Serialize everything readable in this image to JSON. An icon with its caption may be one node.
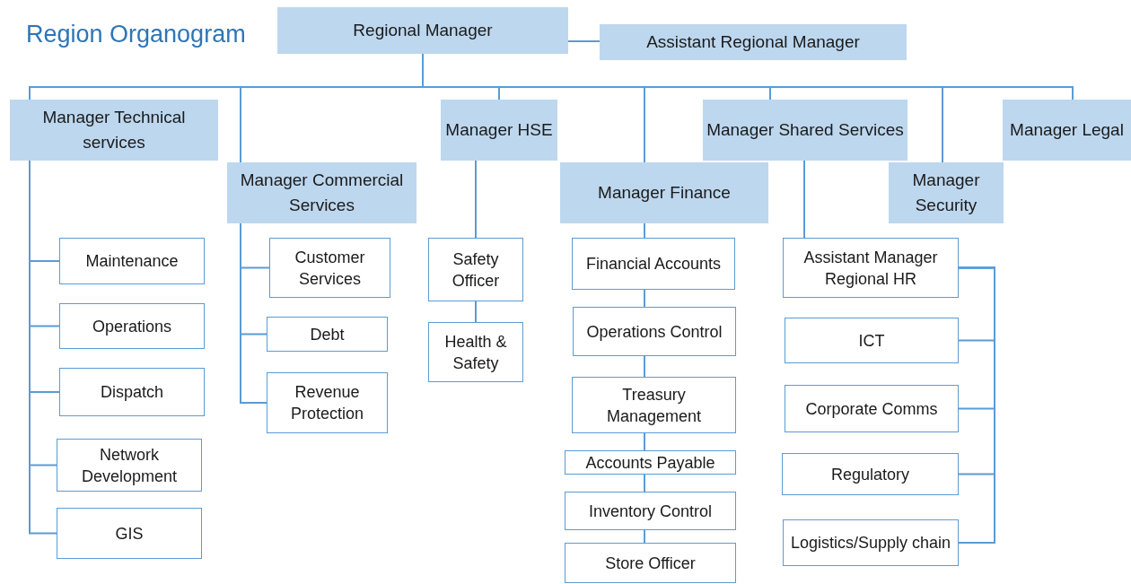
{
  "diagram": {
    "title": "Region Organogram",
    "nodes": [
      {
        "text": [
          "Regional Manager"
        ]
      },
      {
        "text": [
          "Assistant Regional Manager"
        ]
      },
      {
        "text": [
          "Manager Technical services"
        ]
      },
      {
        "text": [
          "Manager Commercial Services"
        ]
      },
      {
        "text": [
          "Manager HSE"
        ]
      },
      {
        "text": [
          "Manager Finance"
        ]
      },
      {
        "text": [
          "Manager Shared Services"
        ]
      },
      {
        "text": [
          "Manager Security"
        ]
      },
      {
        "text": [
          "Manager Legal"
        ]
      },
      {
        "text": [
          "Maintenance"
        ]
      },
      {
        "text": [
          "Operations"
        ]
      },
      {
        "text": [
          "Dispatch"
        ]
      },
      {
        "text": [
          "Network Development"
        ]
      },
      {
        "text": [
          "GIS"
        ]
      },
      {
        "text": [
          "Customer Services"
        ]
      },
      {
        "text": [
          "Debt"
        ]
      },
      {
        "text": [
          "Revenue Protection"
        ]
      },
      {
        "text": [
          "Safety Officer"
        ]
      },
      {
        "text": [
          "Health & Safety"
        ]
      },
      {
        "text": [
          "Financial Accounts"
        ]
      },
      {
        "text": [
          "Operations Control"
        ]
      },
      {
        "text": [
          "Treasury Management"
        ]
      },
      {
        "text": [
          "Accounts Payable"
        ]
      },
      {
        "text": [
          "Inventory Control"
        ]
      },
      {
        "text": [
          "Store Officer"
        ]
      },
      {
        "text": [
          "Assistant Manager Regional HR"
        ]
      },
      {
        "text": [
          "ICT"
        ]
      },
      {
        "text": [
          "Corporate Comms"
        ]
      },
      {
        "text": [
          "Regulatory"
        ]
      },
      {
        "text": [
          "Logistics/Supply chain"
        ]
      }
    ],
    "edges": [
      {
        "from": 0,
        "to": 1,
        "arrow": "none"
      },
      {
        "from": 0,
        "to": 2,
        "arrow": "none"
      },
      {
        "from": 0,
        "to": 3,
        "arrow": "none"
      },
      {
        "from": 0,
        "to": 4,
        "arrow": "none"
      },
      {
        "from": 0,
        "to": 5,
        "arrow": "none"
      },
      {
        "from": 0,
        "to": 6,
        "arrow": "none"
      },
      {
        "from": 0,
        "to": 7,
        "arrow": "none"
      },
      {
        "from": 0,
        "to": 8,
        "arrow": "none"
      },
      {
        "from": 2,
        "to": 9,
        "arrow": "none"
      },
      {
        "from": 2,
        "to": 10,
        "arrow": "none"
      },
      {
        "from": 2,
        "to": 11,
        "arrow": "none"
      },
      {
        "from": 2,
        "to": 12,
        "arrow": "none"
      },
      {
        "from": 2,
        "to": 13,
        "arrow": "none"
      },
      {
        "from": 3,
        "to": 14,
        "arrow": "none"
      },
      {
        "from": 3,
        "to": 15,
        "arrow": "none"
      },
      {
        "from": 3,
        "to": 16,
        "arrow": "none"
      },
      {
        "from": 4,
        "to": 17,
        "arrow": "none"
      },
      {
        "from": 17,
        "to": 18,
        "arrow": "none"
      },
      {
        "from": 5,
        "to": 19,
        "arrow": "none"
      },
      {
        "from": 19,
        "to": 20,
        "arrow": "none"
      },
      {
        "from": 20,
        "to": 21,
        "arrow": "none"
      },
      {
        "from": 21,
        "to": 22,
        "arrow": "none"
      },
      {
        "from": 22,
        "to": 23,
        "arrow": "none"
      },
      {
        "from": 23,
        "to": 24,
        "arrow": "none"
      },
      {
        "from": 6,
        "to": 25,
        "arrow": "none"
      },
      {
        "from": 25,
        "to": 26,
        "arrow": "none"
      },
      {
        "from": 25,
        "to": 27,
        "arrow": "none"
      },
      {
        "from": 25,
        "to": 28,
        "arrow": "none"
      },
      {
        "from": 25,
        "to": 29,
        "arrow": "none"
      }
    ]
  }
}
